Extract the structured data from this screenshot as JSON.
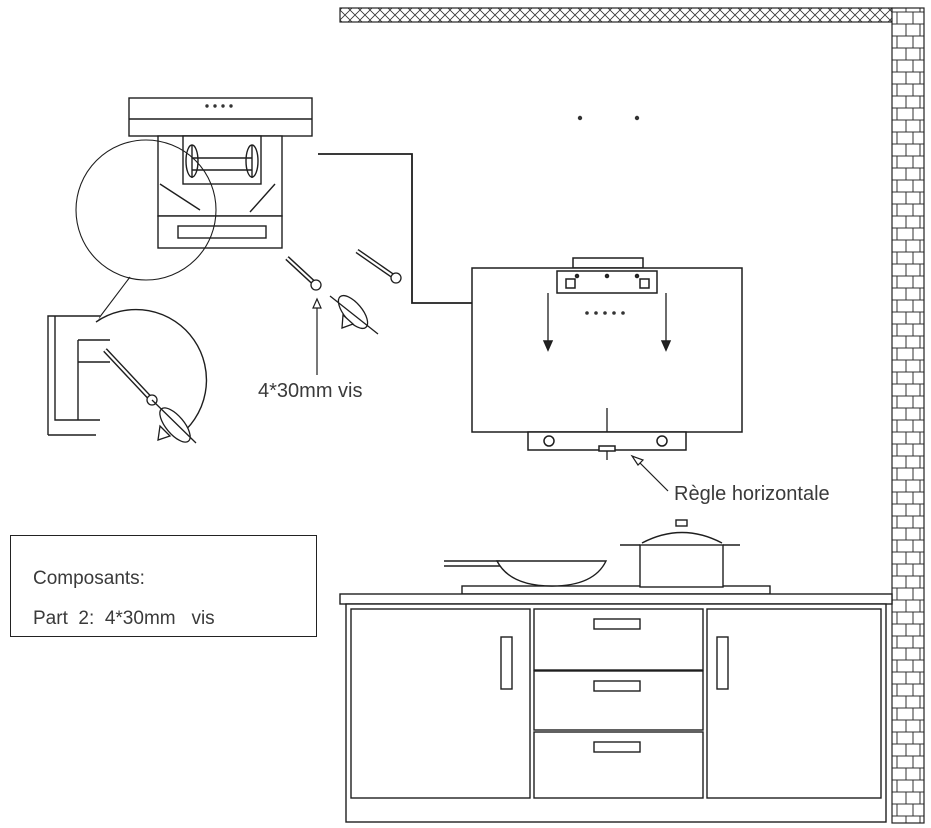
{
  "labels": {
    "screws": "4*30mm vis",
    "level": "Règle horizontale"
  },
  "parts": {
    "title": "Composants:",
    "part_label": "Part",
    "part_number": "2:",
    "part_spec": "4*30mm",
    "part_name": "vis"
  },
  "colors": {
    "line": "#1e1e1e",
    "text": "#3a3a3a",
    "background": "#ffffff"
  }
}
